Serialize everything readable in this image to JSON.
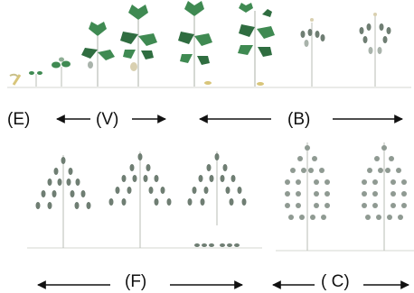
{
  "labels": {
    "emergence": "(E)",
    "vegetative": "(V)",
    "boll": "(B)",
    "flowering": "(F)",
    "cutout": "( C)"
  },
  "colors": {
    "leaf": "#3f8a52",
    "leaf_dark": "#2f6d40",
    "leaf_pale": "#8fae95",
    "stem": "#b9bdb6",
    "boll": "#6f7e73",
    "boll_light": "#a9b3ab",
    "flower": "#d9d0b0",
    "ground": "#d5d7d2",
    "arrow": "#111111",
    "cotyledon": "#d8c57a"
  }
}
